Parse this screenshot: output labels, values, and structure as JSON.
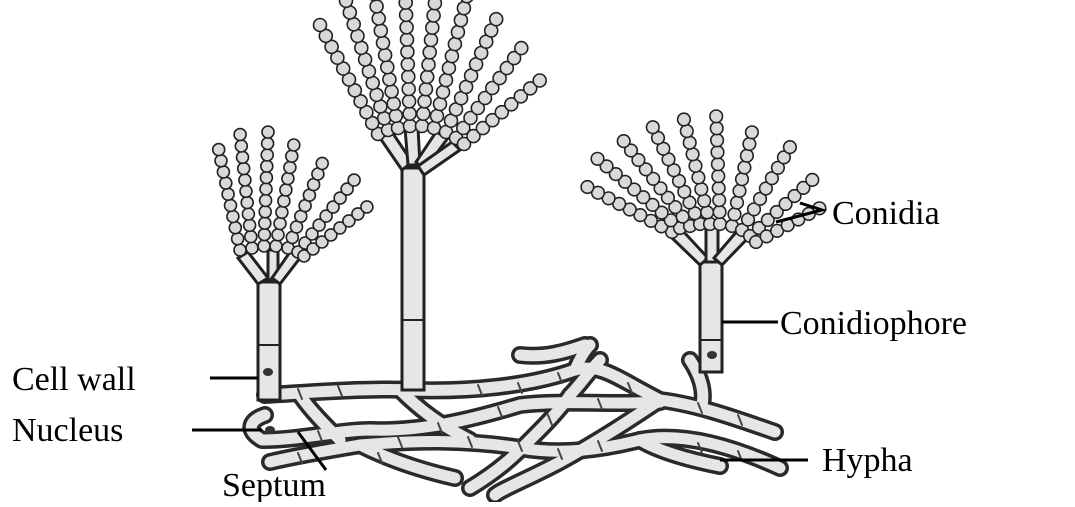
{
  "labels": {
    "conidia": "Conidia",
    "conidiophore": "Conidiophore",
    "cell_wall": "Cell wall",
    "nucleus": "Nucleus",
    "hypha": "Hypha",
    "septum": "Septum"
  },
  "colors": {
    "ink": "#222222",
    "cell_fill": "#d9d9d9",
    "hypha_fill": "#e6e6e6",
    "background": "#ffffff"
  }
}
